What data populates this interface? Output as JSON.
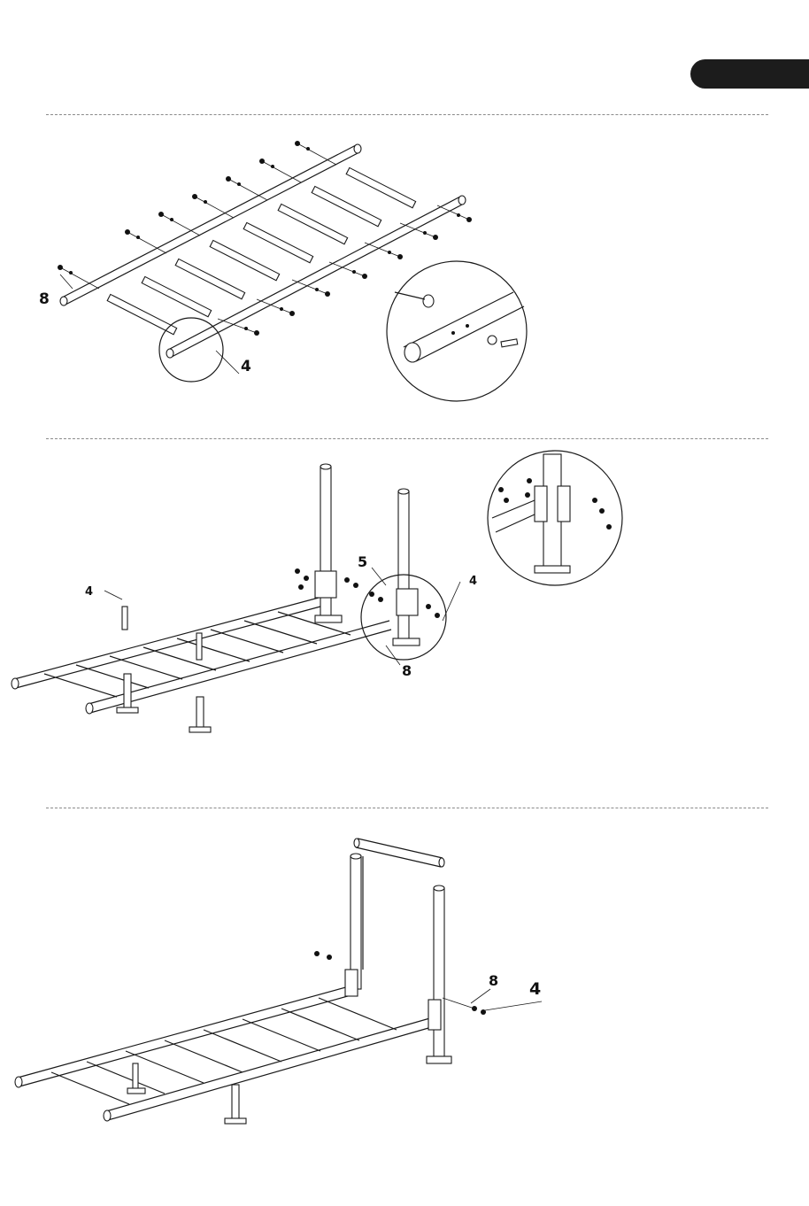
{
  "page": {
    "tab_badge_color": "#1c1c1c",
    "divider_color": "#8a8a8a"
  },
  "step1": {
    "callouts": {
      "bolt": "8",
      "washer": "4"
    }
  },
  "step2": {
    "callouts": {
      "top_left": "4",
      "bracket": "5",
      "right": "4",
      "bottom": "8"
    }
  },
  "step3": {
    "callouts": {
      "washer": "8",
      "bolt": "4"
    }
  }
}
